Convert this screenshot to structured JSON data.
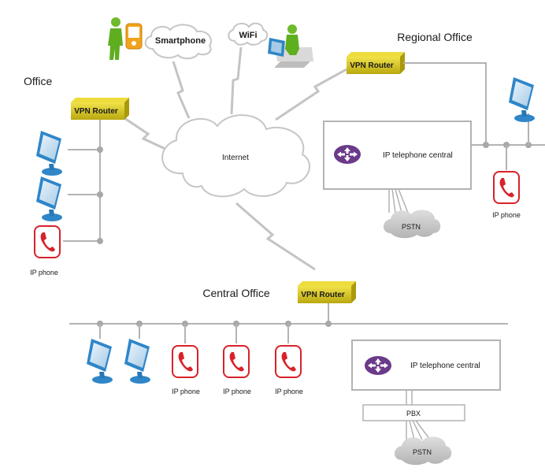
{
  "labels": {
    "office": "Office",
    "regional_office": "Regional Office",
    "central_office": "Central Office",
    "internet": "Internet",
    "smartphone": "Smartphone",
    "wifi": "WiFi",
    "vpn_router": "VPN Router",
    "ip_phone": "IP phone",
    "ip_telephone_central": "IP telephone central",
    "pstn": "PSTN",
    "pbx": "PBX"
  },
  "colors": {
    "router": "#d4c21a",
    "phone": "#d8222a",
    "monitor": "#2f86c8",
    "central_icon": "#6b3a8a",
    "line": "#b3b3b3",
    "pstn_cloud": "#c8c8c8"
  }
}
